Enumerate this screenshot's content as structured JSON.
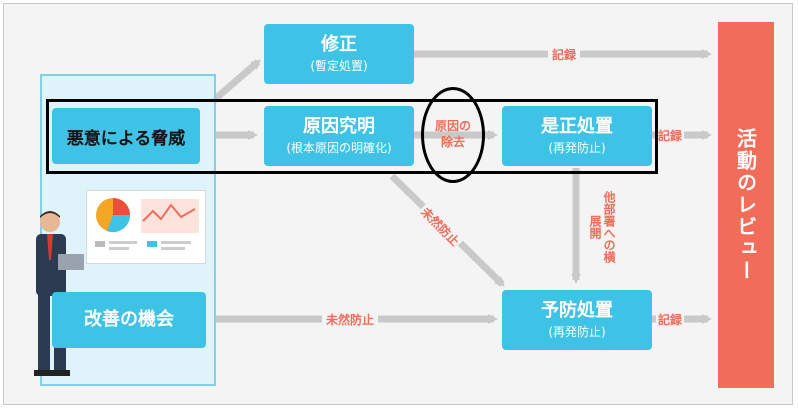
{
  "diagram": {
    "nodes": {
      "threat": {
        "label": "悪意による脅威"
      },
      "fix": {
        "title": "修正",
        "sub": "(暫定処置)"
      },
      "cause": {
        "title": "原因究明",
        "sub": "(根本原因の明確化)"
      },
      "removal": {
        "line1": "原因の",
        "line2": "除去"
      },
      "correct": {
        "title": "是正処置",
        "sub": "(再発防止)"
      },
      "prevent": {
        "title": "予防処置",
        "sub": "(再発防止)"
      },
      "improve": {
        "label": "改善の機会"
      },
      "review": {
        "label": "活動のレビュー"
      }
    },
    "edge_labels": {
      "record_top": "記録",
      "record_mid": "記録",
      "record_bottom": "記録",
      "preempt_diag": "未然防止",
      "preempt_bottom": "未然防止",
      "horizontal_deploy": "他部署への横展開"
    },
    "colors": {
      "box": "#3ec3e6",
      "review": "#f26c5a",
      "arrow": "#c9c9c9",
      "label": "#f26c5a",
      "panel": "#dff3fa"
    }
  }
}
